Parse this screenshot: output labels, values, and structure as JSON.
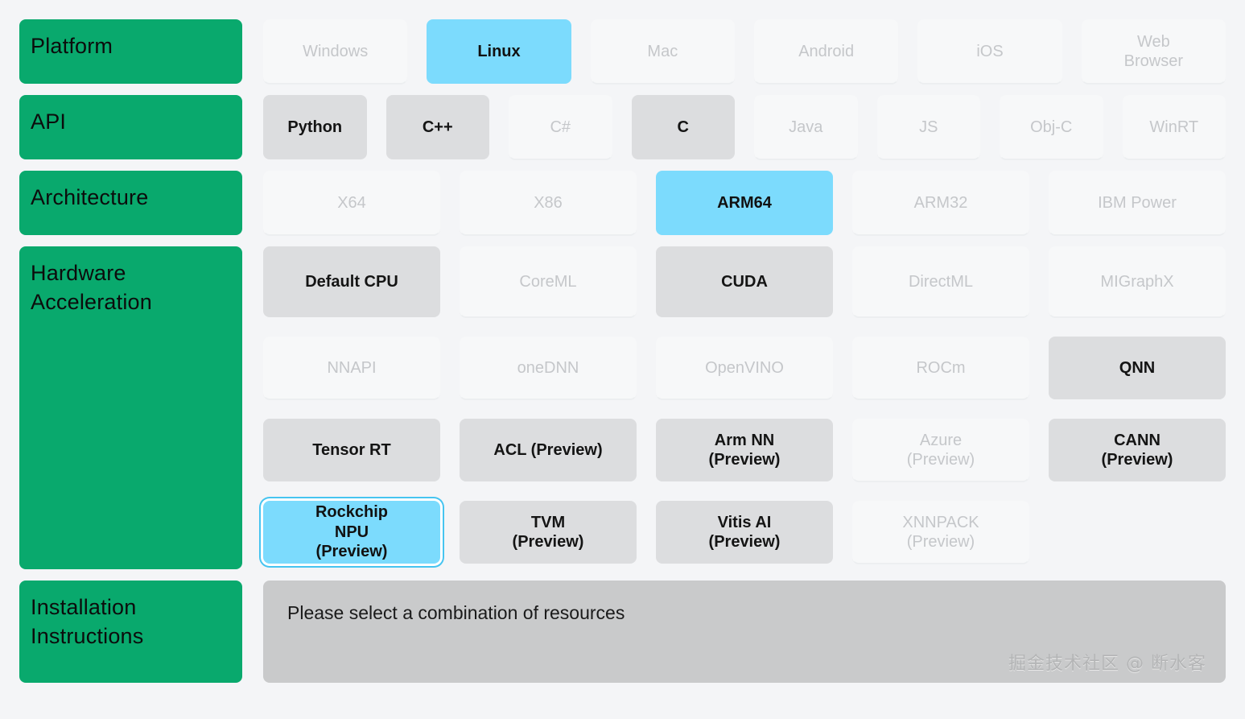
{
  "colors": {
    "page_background": "#f4f5f7",
    "label_green": "#09a96d",
    "selected_blue": "#7cdbfd",
    "enabled_grey": "#dcdddf",
    "disabled_grey_text": "#c5c7ca",
    "instructions_panel": "#c9cacb",
    "focus_ring": "#46c4f0"
  },
  "rows": {
    "platform": {
      "label": "Platform",
      "options": [
        {
          "label": "Windows",
          "state": "disabled"
        },
        {
          "label": "Linux",
          "state": "selected"
        },
        {
          "label": "Mac",
          "state": "disabled"
        },
        {
          "label": "Android",
          "state": "disabled"
        },
        {
          "label": "iOS",
          "state": "disabled"
        },
        {
          "label": "Web\nBrowser",
          "state": "disabled"
        }
      ]
    },
    "api": {
      "label": "API",
      "options": [
        {
          "label": "Python",
          "state": "enabled"
        },
        {
          "label": "C++",
          "state": "enabled"
        },
        {
          "label": "C#",
          "state": "disabled"
        },
        {
          "label": "C",
          "state": "enabled"
        },
        {
          "label": "Java",
          "state": "disabled"
        },
        {
          "label": "JS",
          "state": "disabled"
        },
        {
          "label": "Obj-C",
          "state": "disabled"
        },
        {
          "label": "WinRT",
          "state": "disabled"
        }
      ]
    },
    "architecture": {
      "label": "Architecture",
      "options": [
        {
          "label": "X64",
          "state": "disabled"
        },
        {
          "label": "X86",
          "state": "disabled"
        },
        {
          "label": "ARM64",
          "state": "selected"
        },
        {
          "label": "ARM32",
          "state": "disabled"
        },
        {
          "label": "IBM Power",
          "state": "disabled"
        }
      ]
    },
    "hardware_acceleration": {
      "label": "Hardware\nAcceleration",
      "option_rows": [
        [
          {
            "label": "Default CPU",
            "state": "enabled"
          },
          {
            "label": "CoreML",
            "state": "disabled"
          },
          {
            "label": "CUDA",
            "state": "enabled"
          },
          {
            "label": "DirectML",
            "state": "disabled"
          },
          {
            "label": "MIGraphX",
            "state": "disabled"
          }
        ],
        [
          {
            "label": "NNAPI",
            "state": "disabled"
          },
          {
            "label": "oneDNN",
            "state": "disabled"
          },
          {
            "label": "OpenVINO",
            "state": "disabled"
          },
          {
            "label": "ROCm",
            "state": "disabled"
          },
          {
            "label": "QNN",
            "state": "enabled"
          }
        ],
        [
          {
            "label": "Tensor RT",
            "state": "enabled"
          },
          {
            "label": "ACL (Preview)",
            "state": "enabled"
          },
          {
            "label": "Arm NN\n(Preview)",
            "state": "enabled"
          },
          {
            "label": "Azure\n(Preview)",
            "state": "disabled"
          },
          {
            "label": "CANN\n(Preview)",
            "state": "enabled"
          }
        ],
        [
          {
            "label": "Rockchip\nNPU\n(Preview)",
            "state": "selected",
            "focused": true
          },
          {
            "label": "TVM\n(Preview)",
            "state": "enabled"
          },
          {
            "label": "Vitis AI\n(Preview)",
            "state": "enabled"
          },
          {
            "label": "XNNPACK\n(Preview)",
            "state": "disabled"
          },
          {
            "label": "",
            "state": "empty"
          }
        ]
      ]
    },
    "installation": {
      "label": "Installation\nInstructions",
      "message": "Please select a combination of resources",
      "watermark": "掘金技术社区 @ 断水客"
    }
  }
}
